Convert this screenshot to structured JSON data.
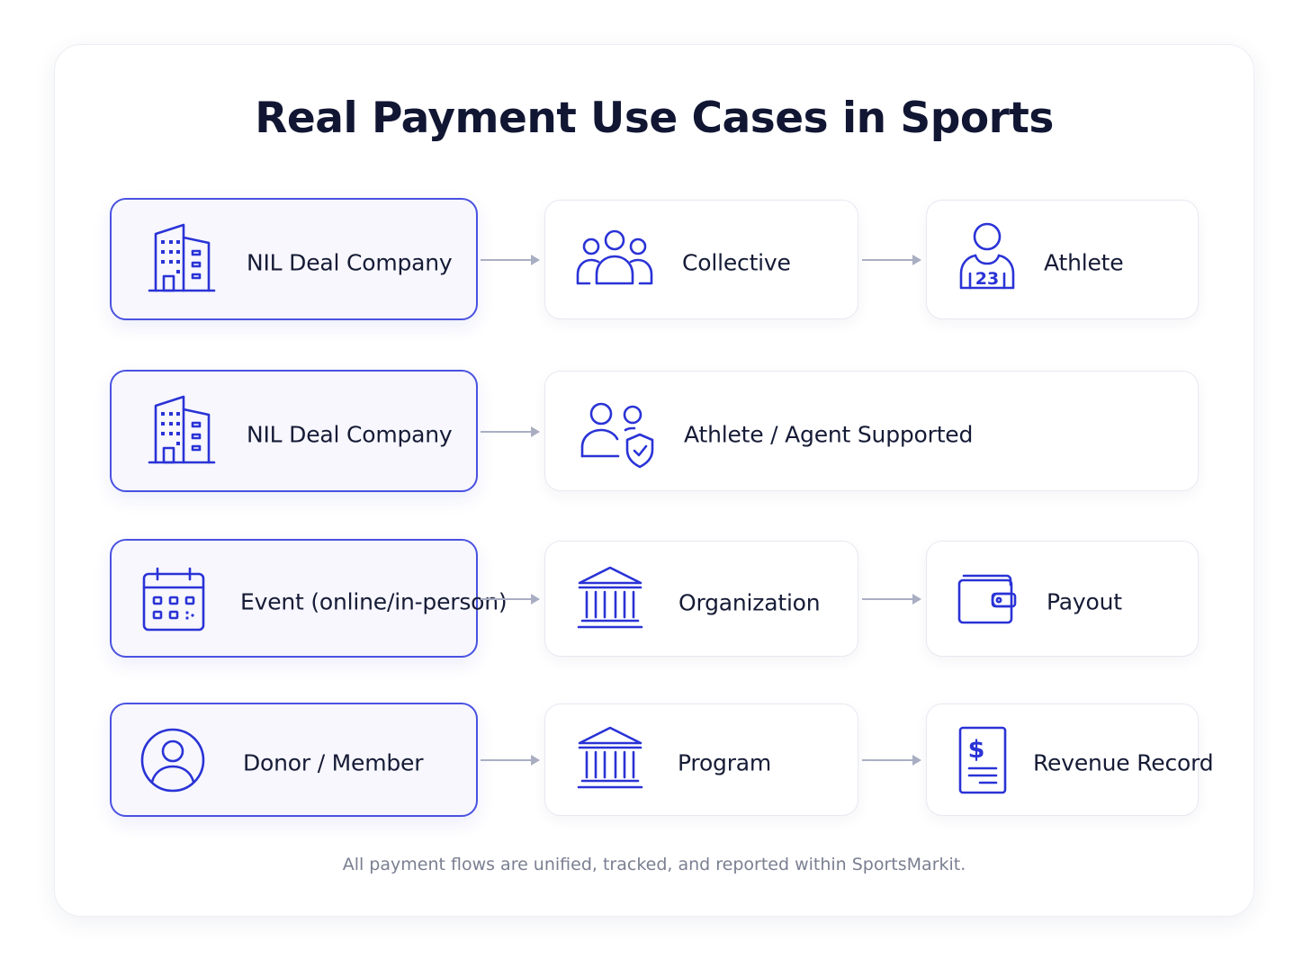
{
  "title": "Real Payment Use Cases in Sports",
  "footer": "All payment flows are unified, tracked, and reported within SportsMarkit.",
  "colors": {
    "accent": "#2a33d6",
    "primary_border": "#4a52e0",
    "text": "#161b36",
    "muted": "#7a7f91",
    "arrow": "#a9aec2"
  },
  "rows": [
    {
      "nodes": [
        {
          "label": "NIL Deal Company",
          "icon": "building-icon"
        },
        {
          "label": "Collective",
          "icon": "group-icon"
        },
        {
          "label": "Athlete",
          "icon": "athlete-jersey-icon",
          "jersey_number": "23"
        }
      ]
    },
    {
      "nodes": [
        {
          "label": "NIL Deal Company",
          "icon": "building-icon"
        },
        {
          "label": "Athlete / Agent Supported",
          "icon": "users-shield-icon"
        }
      ]
    },
    {
      "nodes": [
        {
          "label": "Event (online/in-person)",
          "icon": "calendar-icon"
        },
        {
          "label": "Organization",
          "icon": "bank-icon"
        },
        {
          "label": "Payout",
          "icon": "wallet-icon"
        }
      ]
    },
    {
      "nodes": [
        {
          "label": "Donor / Member",
          "icon": "user-circle-icon"
        },
        {
          "label": "Program",
          "icon": "bank-icon"
        },
        {
          "label": "Revenue Record",
          "icon": "receipt-dollar-icon",
          "currency_symbol": "$"
        }
      ]
    }
  ]
}
